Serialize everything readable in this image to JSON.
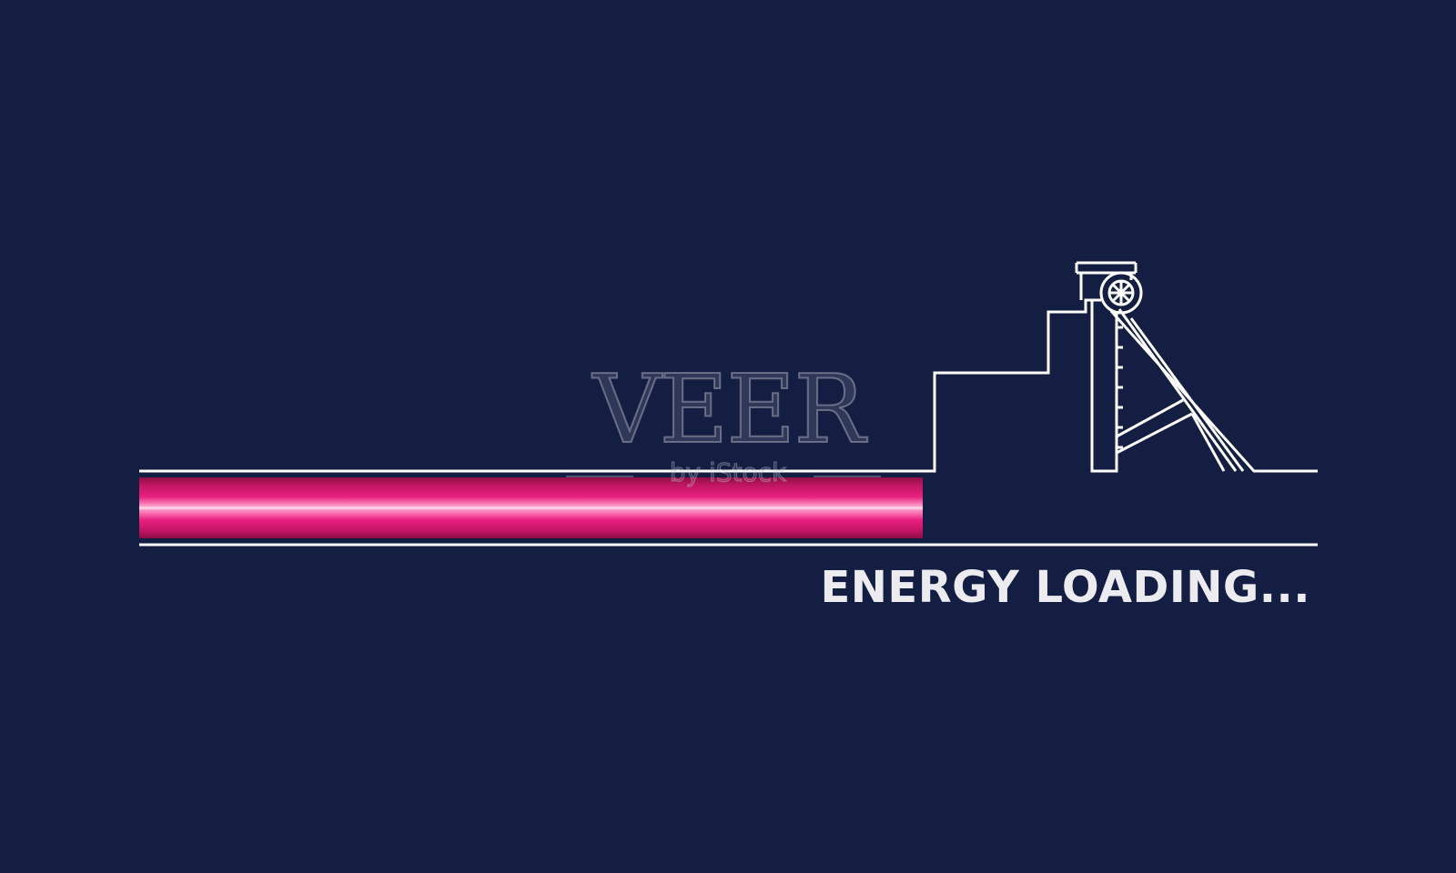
{
  "colors": {
    "background": "#141d42",
    "outline": "#ffffff",
    "progress_fill": "#e8207f",
    "text": "#ececf0"
  },
  "progress": {
    "fraction": 0.665
  },
  "status_text": "ENERGY LOADING...",
  "watermark": {
    "main": "VEER",
    "sub": "by iStock"
  },
  "icons": {
    "mine_tower": "mine-headframe-icon"
  }
}
